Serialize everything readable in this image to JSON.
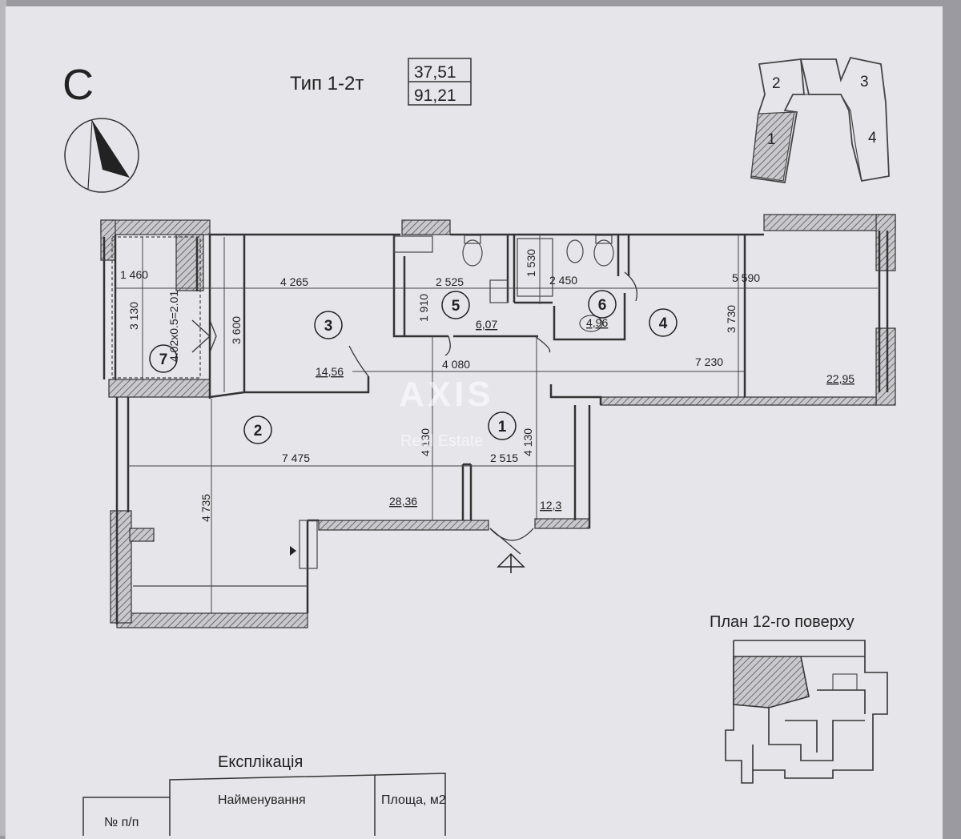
{
  "section_letter": "С",
  "plan_type": "Тип 1-2т",
  "area_living": "37,51",
  "area_total": "91,21",
  "building_sections": [
    "1",
    "2",
    "3",
    "4"
  ],
  "floor_plan_title": "План 12-го поверху",
  "explication": {
    "title": "Експлікація",
    "headers": [
      "№ п/п",
      "Найменування",
      "Площа, м2"
    ]
  },
  "rooms": [
    {
      "number": "1",
      "area": "12,3"
    },
    {
      "number": "2",
      "area": "28,36"
    },
    {
      "number": "3",
      "area": "14,56"
    },
    {
      "number": "4",
      "area": "22,95"
    },
    {
      "number": "5",
      "area": "6,07"
    },
    {
      "number": "6",
      "area": "4,96"
    },
    {
      "number": "7",
      "area": "4.02x0.5=2.01"
    }
  ],
  "dimensions": {
    "d1460": "1 460",
    "d3130": "3 130",
    "d4265": "4 265",
    "d3600": "3 600",
    "d2525": "2 525",
    "d1910": "1 910",
    "d1530": "1 530",
    "d2450": "2 450",
    "d5590": "5 590",
    "d3730": "3 730",
    "d4080": "4 080",
    "d7230": "7 230",
    "d4130a": "4 130",
    "d4130b": "4 130",
    "d2515": "2 515",
    "d7475": "7 475",
    "d4735": "4 735"
  },
  "watermark": {
    "brand": "AXIS",
    "sub": "Real Estate"
  }
}
